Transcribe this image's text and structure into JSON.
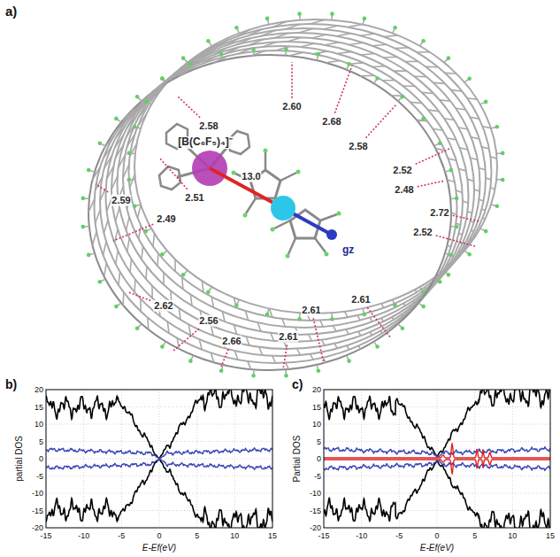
{
  "diagram": {
    "labels": [
      "a)",
      "2.58",
      "2.60",
      "2.68",
      "2.58",
      "[B(C₆F₅)₄]⁻",
      "2.51",
      "13.0",
      "2.52",
      "2.59",
      "2.48",
      "2.49",
      "gz",
      "2.72",
      "2.52",
      "2.62",
      "2.56",
      "2.61",
      "2.66",
      "2.61",
      "2.61",
      "b)",
      "partial DOS",
      "20",
      "15",
      "10",
      "5",
      "0",
      "-5",
      "-10",
      "-15",
      "-20",
      "-15",
      "-10",
      "-5",
      "0",
      "5",
      "10",
      "15",
      "E-Ef(eV)",
      "c)",
      "Partial DOS",
      "20",
      "15",
      "10",
      "5",
      "0",
      "-5",
      "-10",
      "-15",
      "-20",
      "-15",
      "-10",
      "-5",
      "0",
      "5",
      "10",
      "15",
      "E-Ef(eV)"
    ]
  }
}
